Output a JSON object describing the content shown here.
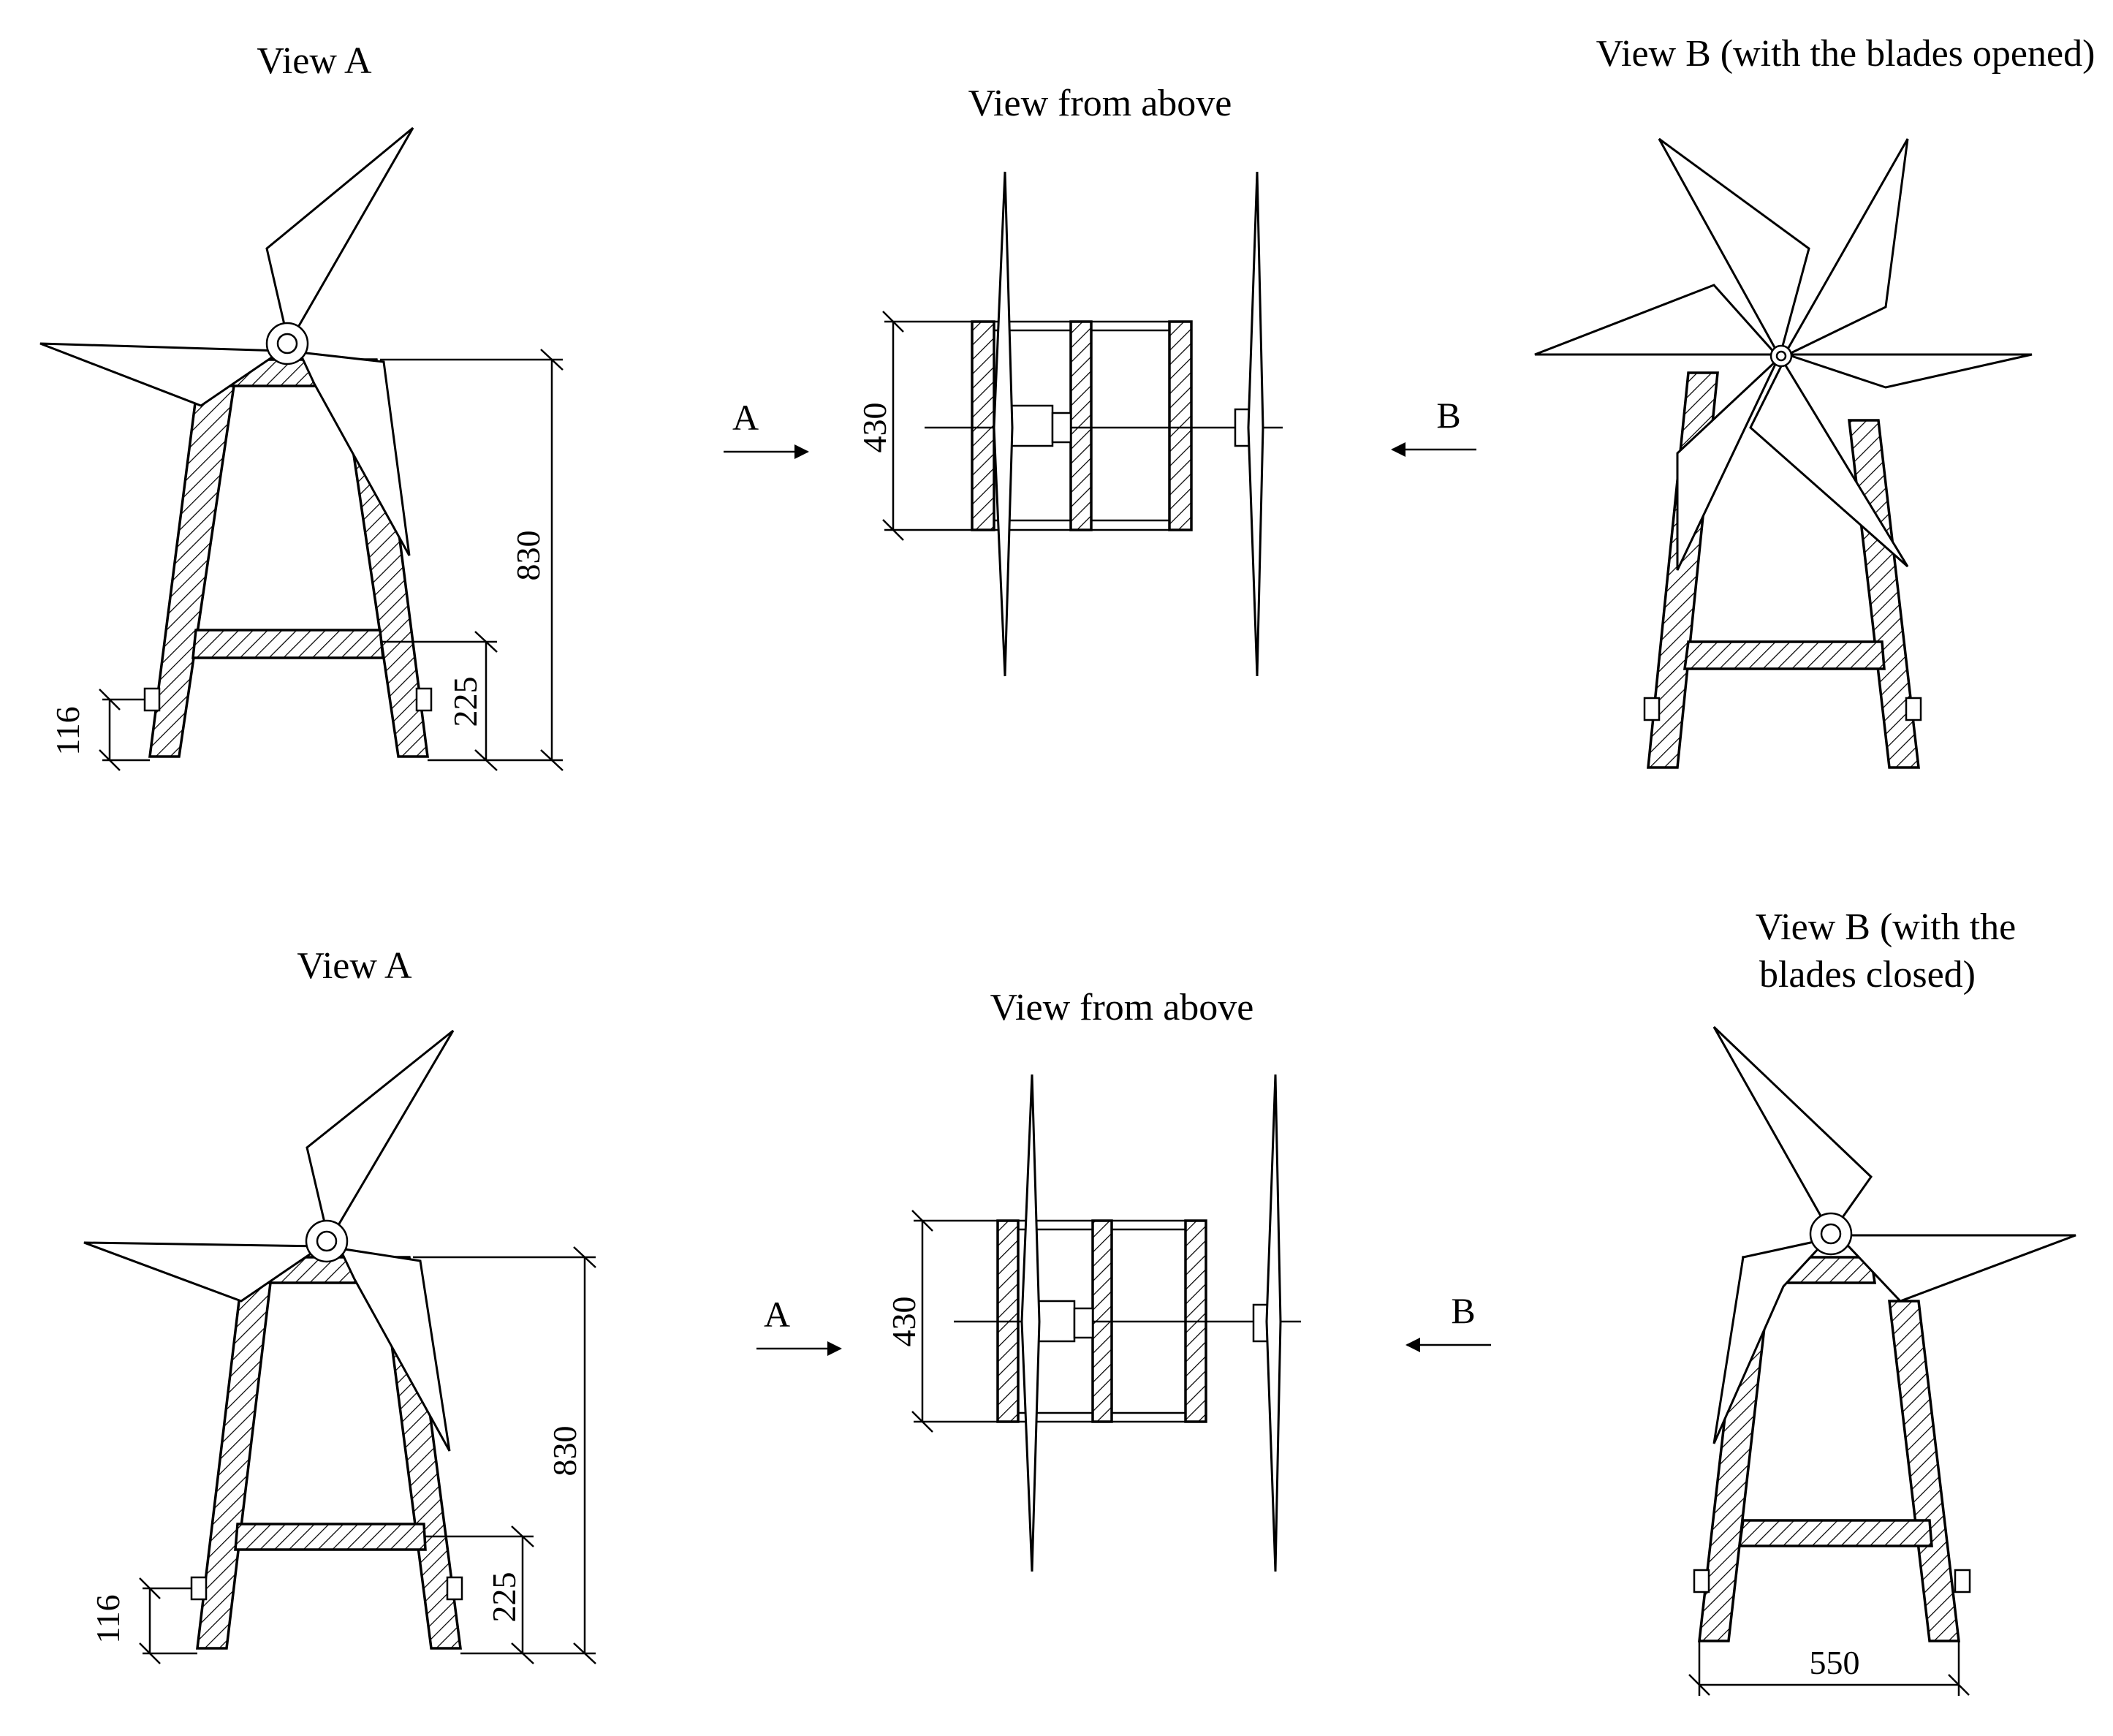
{
  "diagram": {
    "top_row": {
      "view_a_title": "View A",
      "view_above_title": "View from above",
      "view_b_title": "View B (with the blades opened)",
      "dim_height": "830",
      "dim_crossbar": "225",
      "dim_foot": "116",
      "dim_width": "430",
      "arrow_a": "A",
      "arrow_b": "B"
    },
    "bottom_row": {
      "view_a_title": "View A",
      "view_above_title": "View from above",
      "view_b_title_line1": "View B (with the",
      "view_b_title_line2": "blades closed)",
      "dim_height": "830",
      "dim_crossbar": "225",
      "dim_foot": "116",
      "dim_width": "430",
      "dim_base": "550",
      "arrow_a": "A",
      "arrow_b": "B"
    }
  }
}
